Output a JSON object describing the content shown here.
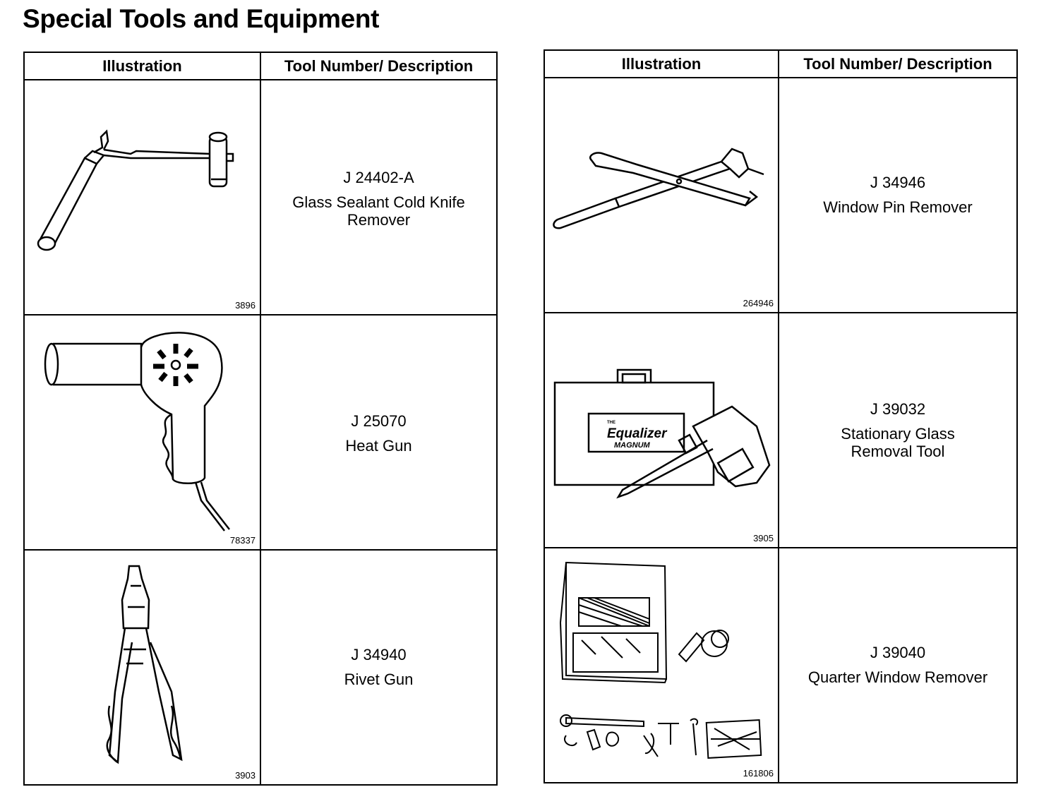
{
  "page": {
    "title": "Special Tools and Equipment"
  },
  "tables": [
    {
      "headers": {
        "illustration": "Illustration",
        "description": "Tool Number/ Description"
      },
      "rows": [
        {
          "figure": "3896",
          "tool_number": "J 24402-A",
          "description": "Glass Sealant Cold Knife Remover"
        },
        {
          "figure": "78337",
          "tool_number": "J 25070",
          "description": "Heat Gun"
        },
        {
          "figure": "3903",
          "tool_number": "J 34940",
          "description": "Rivet Gun"
        }
      ]
    },
    {
      "headers": {
        "illustration": "Illustration",
        "description": "Tool Number/ Description"
      },
      "rows": [
        {
          "figure": "264946",
          "tool_number": "J 34946",
          "description": "Window Pin Remover"
        },
        {
          "figure": "3905",
          "tool_number": "J 39032",
          "description": "Stationary Glass Removal Tool",
          "brand_text": "THE Equalizer MAGNUM"
        },
        {
          "figure": "161806",
          "tool_number": "J 39040",
          "description": "Quarter Window Remover"
        }
      ]
    }
  ]
}
